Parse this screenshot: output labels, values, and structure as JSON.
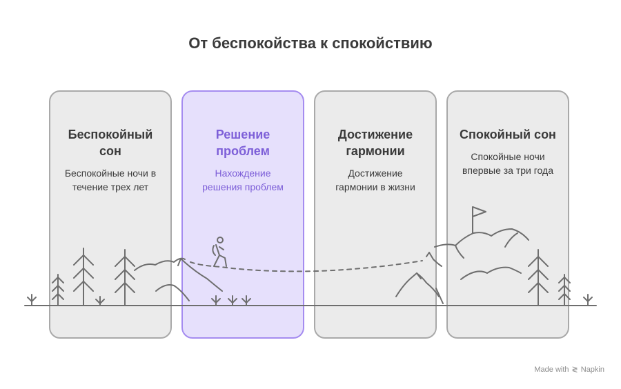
{
  "title": "От беспокойства к спокойствию",
  "cards": [
    {
      "title": "Беспокойный\nсон",
      "description": "Беспокойные ночи в\nтечение трех лет",
      "highlighted": false
    },
    {
      "title": "Решение\nпроблем",
      "description": "Нахождение\nрешения проблем",
      "highlighted": true
    },
    {
      "title": "Достижение\nгармонии",
      "description": "Достижение\nгармонии в жизни",
      "highlighted": false
    },
    {
      "title": "Спокойный сон",
      "description": "Спокойные ночи\nвпервые за три года",
      "highlighted": false
    }
  ],
  "brand": {
    "prefix": "Made with",
    "name": "Napkin"
  },
  "colors": {
    "card_bg": "#ebebeb",
    "card_border": "#a9a9a9",
    "accent_bg": "#e6e0fc",
    "accent_border": "#a58cf0",
    "accent_text": "#7d5fd8",
    "line": "#6e6e6e"
  }
}
